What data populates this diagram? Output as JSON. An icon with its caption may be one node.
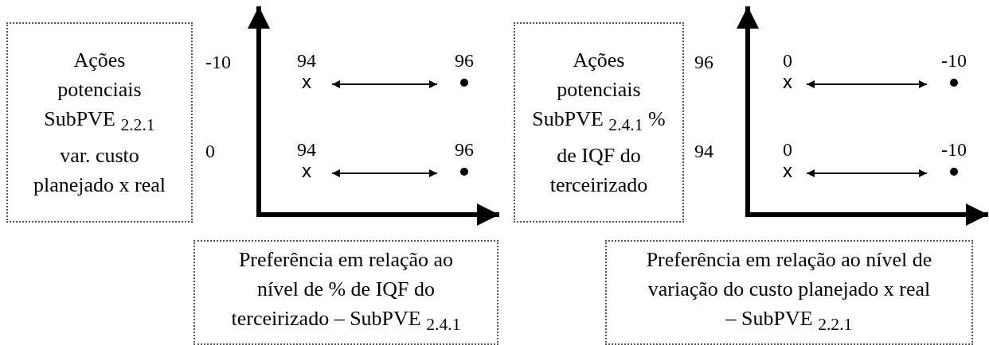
{
  "diagram": {
    "nodes": [
      {
        "text": [
          "Ações potenciais SubPVE $_{2.2.1}$ var. custo planejado x real"
        ]
      },
      {
        "text": [
          "Preferência em relação ao nível de % de IQF do terceirizado – SubPVE $_{2.4.1}$"
        ]
      },
      {
        "text": [
          "x"
        ],
        "beside": [
          "94"
        ]
      },
      {
        "text": [],
        "shape": "circle",
        "beside": [
          "96"
        ]
      },
      {
        "text": [
          "x"
        ],
        "beside": [
          "94"
        ]
      },
      {
        "text": [],
        "shape": "circle",
        "beside": [
          "96"
        ]
      },
      {
        "text": [
          "Ações potenciais SubPVE $_{2.4.1}$ % de IQF do terceirizado"
        ]
      },
      {
        "text": [
          "Preferência em relação ao nível de variação do custo planejado x real – SubPVE $_{2.2.1}$"
        ]
      },
      {
        "text": [
          "x"
        ],
        "beside": [
          "0"
        ]
      },
      {
        "text": [],
        "shape": "circle",
        "beside": [
          "-10"
        ]
      },
      {
        "text": [
          "x"
        ],
        "beside": [
          "0"
        ]
      },
      {
        "text": [],
        "shape": "circle",
        "beside": [
          "-10"
        ]
      }
    ],
    "edges": [
      {
        "from": 2,
        "to": 3,
        "arrow": "both"
      },
      {
        "from": 4,
        "to": 5,
        "arrow": "both"
      },
      {
        "from": 8,
        "to": 9,
        "arrow": "both"
      },
      {
        "from": 10,
        "to": 11,
        "arrow": "both"
      }
    ],
    "labels": [
      "-10",
      "0",
      "96",
      "94"
    ]
  }
}
